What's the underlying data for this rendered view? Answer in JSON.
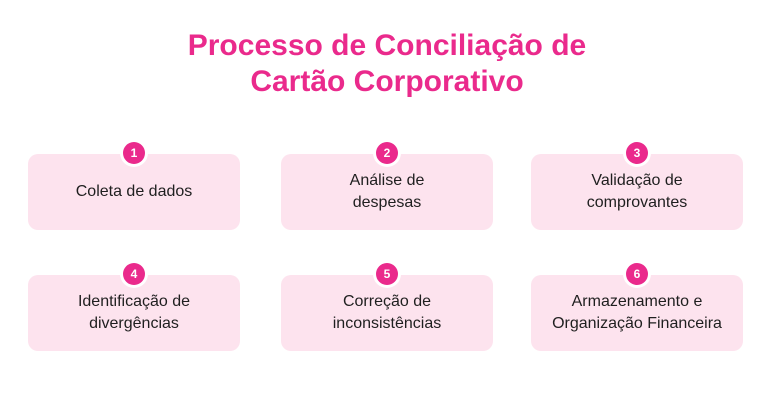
{
  "title": {
    "line1": "Processo de Conciliação de",
    "line2": "Cartão Corporativo"
  },
  "steps": [
    {
      "number": "1",
      "label": "Coleta de dados"
    },
    {
      "number": "2",
      "label": "Análise de\ndespesas"
    },
    {
      "number": "3",
      "label": "Validação de\ncomprovantes"
    },
    {
      "number": "4",
      "label": "Identificação de\ndivergências"
    },
    {
      "number": "5",
      "label": "Correção de\ninconsistências"
    },
    {
      "number": "6",
      "label": "Armazenamento e\nOrganização Financeira"
    }
  ],
  "colors": {
    "accent": "#ea2a8c",
    "card_background": "#fde3ee",
    "text": "#1f1f1f"
  }
}
